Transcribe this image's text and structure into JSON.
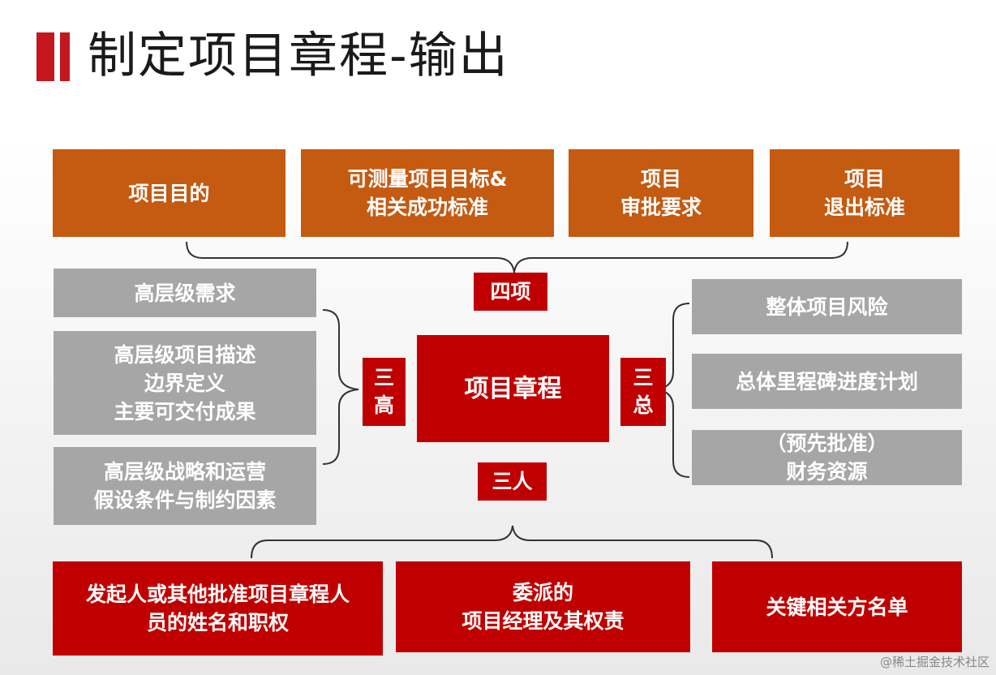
{
  "title": "制定项目章程-输出",
  "top_boxes": [
    {
      "lines": [
        "项目目的"
      ]
    },
    {
      "lines": [
        "可测量项目目标&",
        "相关成功标准"
      ]
    },
    {
      "lines": [
        "项目",
        "审批要求"
      ]
    },
    {
      "lines": [
        "项目",
        "退出标准"
      ]
    }
  ],
  "label_four": "四项",
  "left_boxes": [
    {
      "lines": [
        "高层级需求"
      ]
    },
    {
      "lines": [
        "高层级项目描述",
        "边界定义",
        "主要可交付成果"
      ]
    },
    {
      "lines": [
        "高层级战略和运营",
        "假设条件与制约因素"
      ]
    }
  ],
  "label_three_high": [
    "三",
    "高"
  ],
  "center": "项目章程",
  "label_three_total": [
    "三",
    "总"
  ],
  "right_boxes": [
    {
      "lines": [
        "整体项目风险"
      ]
    },
    {
      "lines": [
        "总体里程碑进度计划"
      ]
    },
    {
      "lines": [
        "（预先批准）",
        "财务资源"
      ]
    }
  ],
  "label_three_people": "三人",
  "bottom_boxes": [
    {
      "lines": [
        "发起人或其他批准项目章程人",
        "员的姓名和职权"
      ]
    },
    {
      "lines": [
        "委派的",
        "项目经理及其权责"
      ]
    },
    {
      "lines": [
        "关键相关方名单"
      ]
    }
  ],
  "footer": "@稀土掘金技术社区",
  "colors": {
    "accent_red": "#c00000",
    "orange": "#c55a11",
    "gray": "#a6a6a6"
  }
}
